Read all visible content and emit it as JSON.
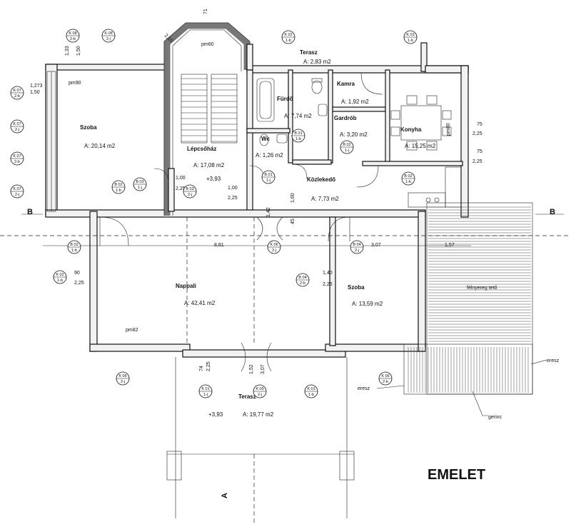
{
  "title": "EMELET",
  "section_marks": {
    "b": "B",
    "a": "A"
  },
  "rooms": [
    {
      "name": "Szoba",
      "area": "A: 20,14 m2"
    },
    {
      "name": "Lépcsőház",
      "area": "A: 17,08 m2"
    },
    {
      "name": "Terasz",
      "area": "A: 2,83 m2"
    },
    {
      "name": "Fürdő",
      "area": "A: 7,74 m2"
    },
    {
      "name": "Kamra",
      "area": "A: 1,92 m2"
    },
    {
      "name": "Gardrób",
      "area": "A: 3,20 m2"
    },
    {
      "name": "Konyha",
      "area": "A: 15,25 m2"
    },
    {
      "name": "Wc",
      "area": "A: 1,26 m2"
    },
    {
      "name": "Közlekedő",
      "area": "A: 7,73 m2"
    },
    {
      "name": "Nappali",
      "area": "A: 42,41 m2"
    },
    {
      "name": "Szoba",
      "area": "A: 13,59 m2"
    },
    {
      "name": "Terasz",
      "area": "A: 19,77 m2"
    }
  ],
  "labels": {
    "roof": "félnyereg tető",
    "eaves": "eresz",
    "ridge": "gerinc",
    "level_stair": "+3,93",
    "level_terrace": "+3,93"
  },
  "dimensions": [
    "8,81",
    "3,07",
    "1,57",
    "1,40",
    "2,25",
    "1,33",
    "1,50",
    "1,273",
    "1,50",
    "90",
    "2,25",
    "1,00",
    "2,25",
    "1,00",
    "2,25",
    "1,52",
    "3,07",
    "74",
    "2,25",
    "75",
    "2,25",
    "75",
    "2,25",
    "pm90",
    "pm82",
    "pm80",
    "pm60",
    "2,10",
    "71",
    "1,42",
    "1,60",
    "45"
  ],
  "tags": [
    {
      "code": "K 08",
      "sub": "2-b"
    },
    {
      "code": "K 08",
      "sub": "2-j"
    },
    {
      "code": "K 07",
      "sub": "2-b"
    },
    {
      "code": "K 07",
      "sub": "2-j"
    },
    {
      "code": "K 07",
      "sub": "2-b"
    },
    {
      "code": "K 07",
      "sub": "2-j"
    },
    {
      "code": "K 02",
      "sub": "1-b"
    },
    {
      "code": "K 03",
      "sub": "1-b"
    },
    {
      "code": "B 03",
      "sub": "1-j"
    },
    {
      "code": "B 03",
      "sub": "2-j"
    },
    {
      "code": "B 02",
      "sub": "1-b"
    },
    {
      "code": "B 01",
      "sub": "1-j"
    },
    {
      "code": "B 01",
      "sub": "1-b"
    },
    {
      "code": "B 02",
      "sub": "1-j"
    },
    {
      "code": "B 02",
      "sub": "1-b"
    },
    {
      "code": "K 02",
      "sub": "1-b"
    },
    {
      "code": "B 04",
      "sub": "2-b"
    },
    {
      "code": "B 04",
      "sub": "2-j"
    },
    {
      "code": "B 02",
      "sub": "1-b"
    },
    {
      "code": "K 06",
      "sub": "2-j"
    },
    {
      "code": "K 01",
      "sub": "1-j"
    },
    {
      "code": "K 09",
      "sub": "2-j"
    },
    {
      "code": "K 01",
      "sub": "1-b"
    },
    {
      "code": "K 06",
      "sub": "2-b"
    },
    {
      "code": "K 06",
      "sub": "2-j"
    }
  ]
}
